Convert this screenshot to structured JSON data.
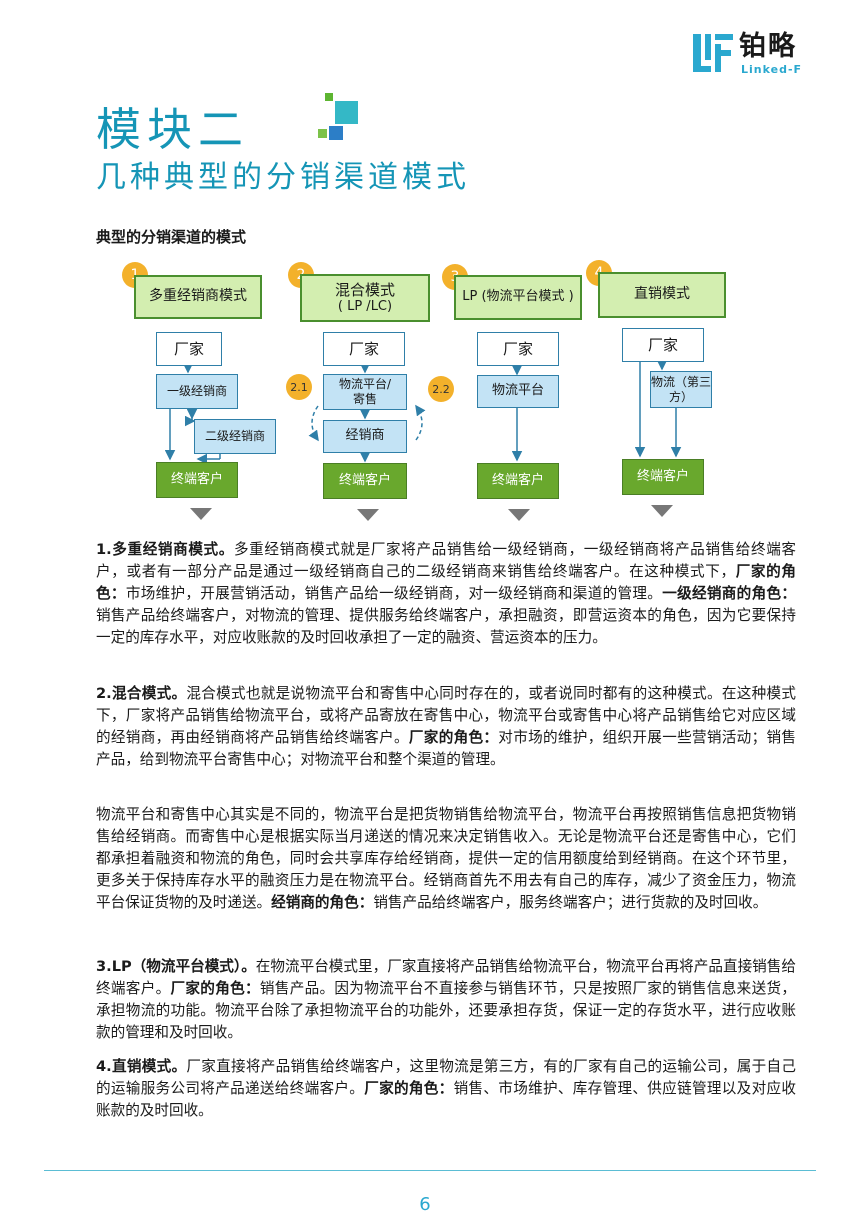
{
  "header": {
    "logo_cn": "铂略",
    "logo_en": "Linked-F"
  },
  "title": {
    "main": "模块二",
    "sub": "几种典型的分销渠道模式"
  },
  "section_heading": "典型的分销渠道的模式",
  "diagram": {
    "columns": [
      {
        "num": "1",
        "mode": "多重经销商模式",
        "factory": "厂家",
        "mid1": "一级经销商",
        "mid2": "二级经销商",
        "end": "终端客户"
      },
      {
        "num": "2",
        "mode_line1": "混合模式",
        "mode_line2": "( LP /LC)",
        "factory": "厂家",
        "mid1_line1": "物流平台/",
        "mid1_line2": "寄售",
        "mid2": "经销商",
        "end": "终端客户",
        "side_left": "2.1",
        "side_right": "2.2"
      },
      {
        "num": "3",
        "mode": "LP (物流平台模式 )",
        "factory": "厂家",
        "mid1": "物流平台",
        "end": "终端客户"
      },
      {
        "num": "4",
        "mode": "直销模式",
        "factory": "厂家",
        "mid1_line1": "物流（第三",
        "mid1_line2": "方）",
        "end": "终端客户"
      }
    ],
    "colors": {
      "mode_fill": "#d3eeb0",
      "mid_fill": "#c3e3f5",
      "end_fill": "#69a82d",
      "badge": "#f3b12b"
    }
  },
  "paragraphs": {
    "p1_lead": "1.多重经销商模式。",
    "p1_t1": "多重经销商模式就是厂家将产品销售给一级经销商，一级经销商将产品销售给终端客户，或者有一部分产品是通过一级经销商自己的二级经销商来销售给终端客户。在这种模式下，",
    "p1_b1": "厂家的角色：",
    "p1_t2": "市场维护，开展营销活动，销售产品给一级经销商，对一级经销商和渠道的管理。",
    "p1_b2": "一级经销商的角色：",
    "p1_t3": "销售产品给终端客户，对物流的管理、提供服务给终端客户，承担融资，即营运资本的角色，因为它要保持一定的库存水平，对应收账款的及时回收承担了一定的融资、营运资本的压力。",
    "p2_lead": "2.混合模式。",
    "p2_t1": "混合模式也就是说物流平台和寄售中心同时存在的，或者说同时都有的这种模式。在这种模式下，厂家将产品销售给物流平台，或将产品寄放在寄售中心，物流平台或寄售中心将产品销售给它对应区域的经销商，再由经销商将产品销售给终端客户。",
    "p2_b1": "厂家的角色：",
    "p2_t2": "对市场的维护，组织开展一些营销活动；销售产品，给到物流平台寄售中心；对物流平台和整个渠道的管理。",
    "p3_t1": "物流平台和寄售中心其实是不同的，物流平台是把货物销售给物流平台，物流平台再按照销售信息把货物销售给经销商。而寄售中心是根据实际当月递送的情况来决定销售收入。无论是物流平台还是寄售中心，它们都承担着融资和物流的角色，同时会共享库存给经销商，提供一定的信用额度给到经销商。在这个环节里，更多关于保持库存水平的融资压力是在物流平台。经销商首先不用去有自己的库存，减少了资金压力，物流平台保证货物的及时递送。",
    "p3_b1": "经销商的角色：",
    "p3_t2": "销售产品给终端客户，服务终端客户；进行货款的及时回收。",
    "p4_lead": "3.LP（物流平台模式）。",
    "p4_t1": "在物流平台模式里，厂家直接将产品销售给物流平台，物流平台再将产品直接销售给终端客户。",
    "p4_b1": "厂家的角色：",
    "p4_t2": "销售产品。因为物流平台不直接参与销售环节，只是按照厂家的销售信息来送货，承担物流的功能。物流平台除了承担物流平台的功能外，还要承担存货，保证一定的存货水平，进行应收账款的管理和及时回收。",
    "p5_lead": "4.直销模式。",
    "p5_t1": "厂家直接将产品销售给终端客户，这里物流是第三方，有的厂家有自己的运输公司，属于自己的运输服务公司将产品递送给终端客户。",
    "p5_b1": "厂家的角色：",
    "p5_t2": "销售、市场维护、库存管理、供应链管理以及对应收账款的及时回收。"
  },
  "footer": {
    "page_number": "6"
  }
}
